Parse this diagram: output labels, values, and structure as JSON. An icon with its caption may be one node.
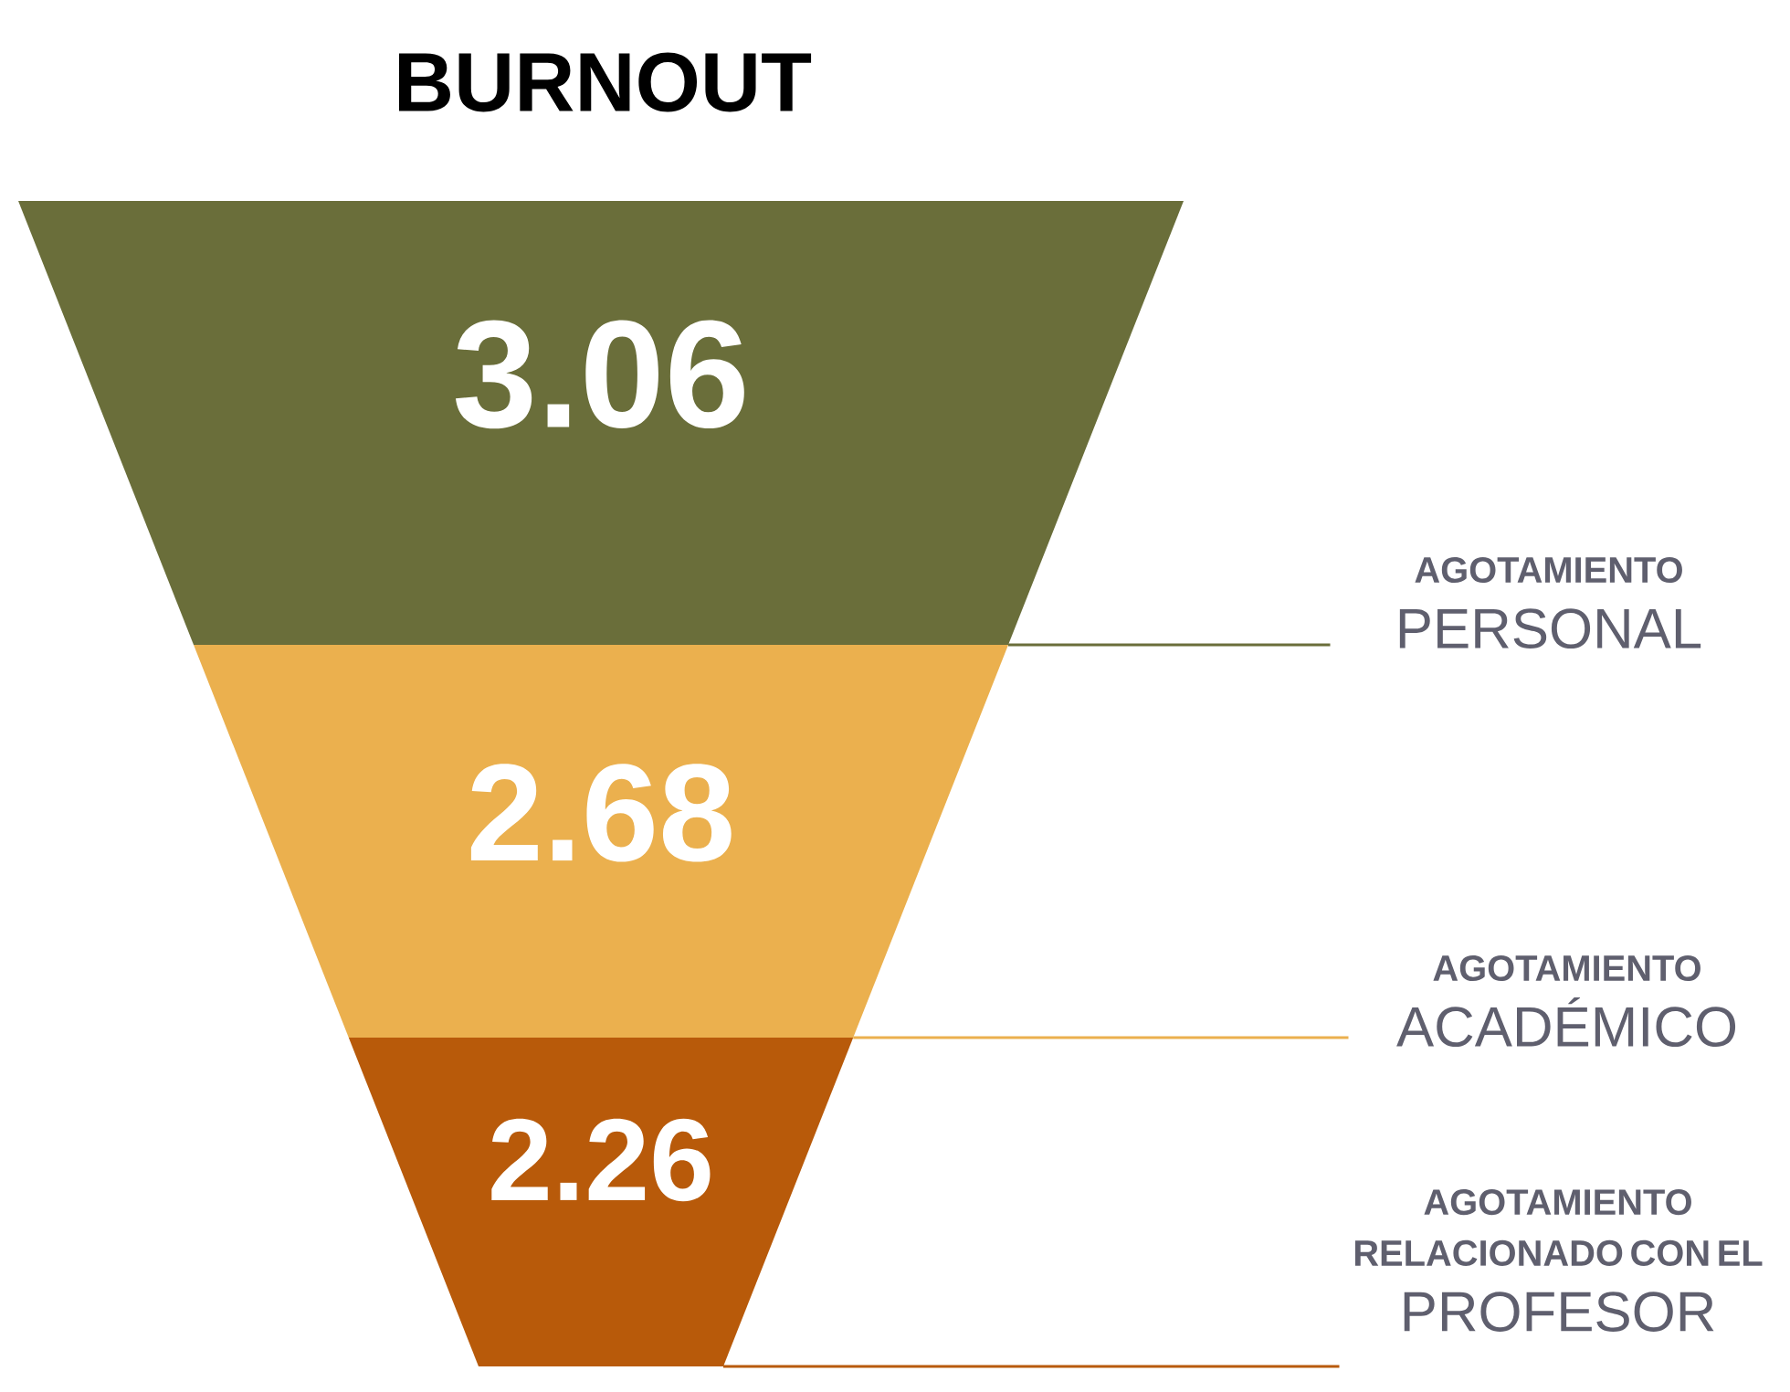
{
  "diagram": {
    "title": "BURNOUT",
    "nodes": [
      {
        "text": [
          "3.06"
        ]
      },
      {
        "text": [
          "2.68"
        ]
      },
      {
        "text": [
          "2.26"
        ]
      },
      {
        "text": [
          "AGOTAMIENTO",
          "PERSONAL"
        ]
      },
      {
        "text": [
          "AGOTAMIENTO",
          "ACADÉMICO"
        ]
      },
      {
        "text": [
          "AGOTAMIENTO RELACIONADO CON EL",
          "PROFESOR"
        ]
      }
    ],
    "edges": [
      {
        "from": 3,
        "to": 0,
        "arrow": "none",
        "color": "#6a6e3a"
      },
      {
        "from": 4,
        "to": 1,
        "arrow": "none",
        "color": "#ebb04e"
      },
      {
        "from": 5,
        "to": 2,
        "arrow": "none",
        "color": "#b85a0a"
      }
    ]
  }
}
